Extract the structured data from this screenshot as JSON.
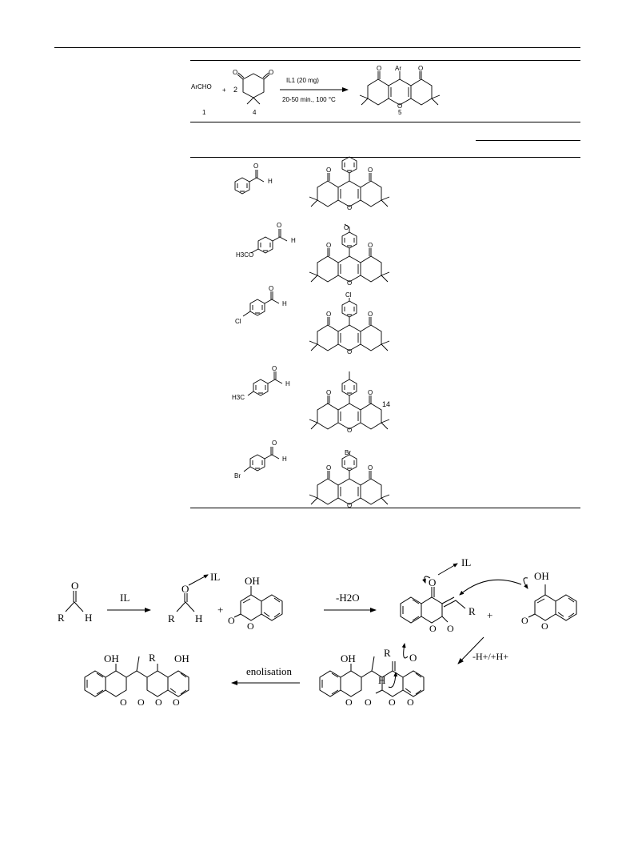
{
  "table_scheme": {
    "reactant_1": "ArCHO",
    "plus": "+",
    "coefficient": "2",
    "conditions_top": "IL1 (20 mg)",
    "conditions_bottom": "20-50 min., 100 °C",
    "label_1": "1",
    "label_4": "4",
    "label_5": "5",
    "product_ar": "Ar",
    "atom_O": "O"
  },
  "table_rows": [
    {
      "aldehyde_substituent": "",
      "product_substituent": ""
    },
    {
      "aldehyde_substituent": "H3CO",
      "product_substituent": "O"
    },
    {
      "aldehyde_substituent": "Cl",
      "product_substituent": "Cl"
    },
    {
      "aldehyde_substituent": "H3C",
      "product_substituent": "",
      "product_label": "14"
    },
    {
      "aldehyde_substituent": "Br",
      "product_substituent": "Br"
    }
  ],
  "mechanism": {
    "aldehyde_R": "R",
    "aldehyde_H": "H",
    "arrow1_label": "IL",
    "activated_IL": "IL",
    "plus": "+",
    "coumarin_OH": "OH",
    "arrow2_label": "-H2O",
    "intermediate_IL": "IL",
    "intermediate_R": "R",
    "arrow3_label": "-H+/+H+",
    "adduct_H": "H",
    "arrow4_label": "enolisation"
  }
}
